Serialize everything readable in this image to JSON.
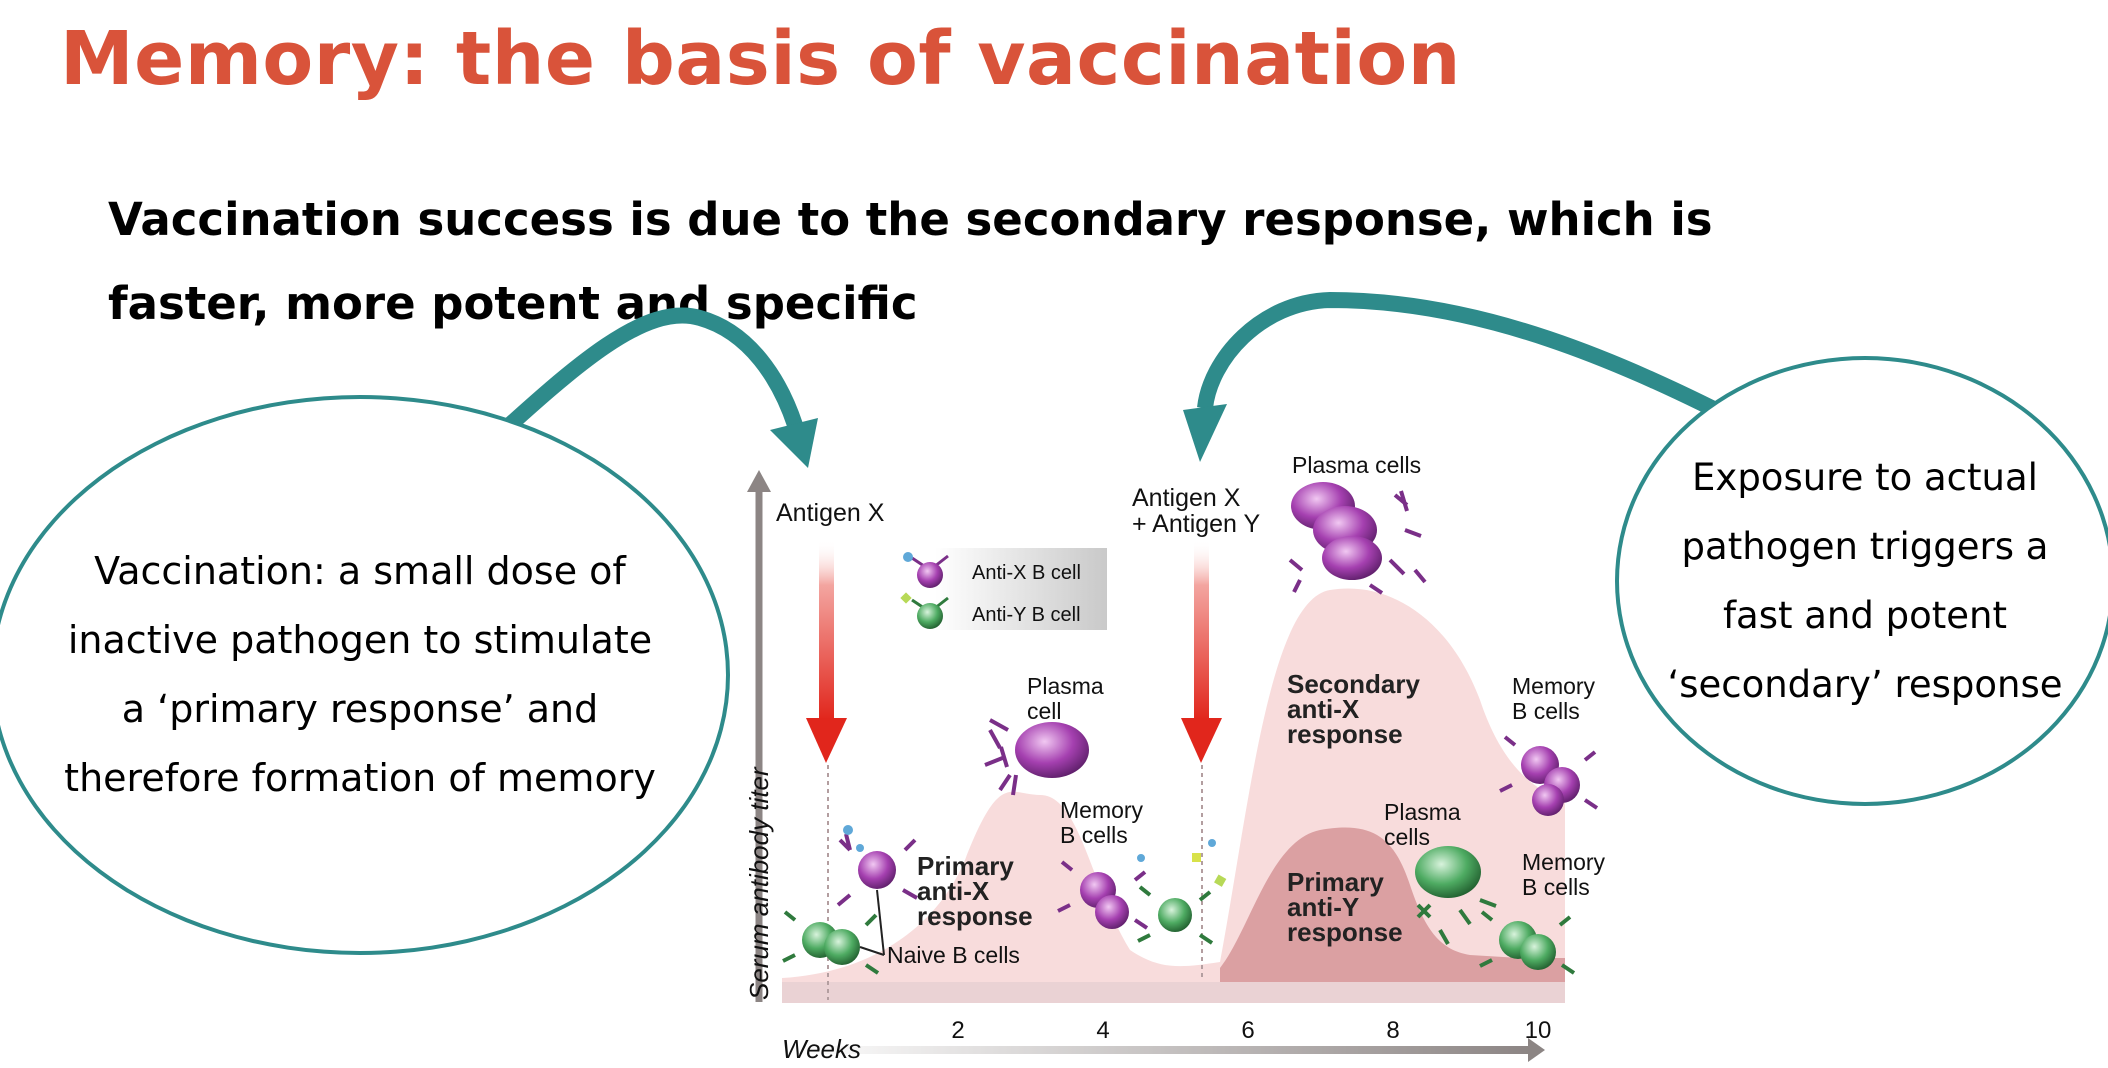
{
  "slide": {
    "title": "Memory: the basis of vaccination",
    "subtitle": "Vaccination success is due to the secondary response, which is faster, more potent and specific"
  },
  "callouts": {
    "left": "Vaccination: a small dose of\ninactive pathogen to stimulate\na ‘primary response’ and\ntherefore formation of memory",
    "right": "Exposure to actual\npathogen triggers a\nfast and potent\n‘secondary’ response"
  },
  "figure": {
    "y_axis_label": "Serum antibody titer",
    "x_axis_label": "Weeks",
    "x_ticks": [
      "2",
      "4",
      "6",
      "8",
      "10"
    ],
    "antigen_1": "Antigen X",
    "antigen_2_line1": "Antigen X",
    "antigen_2_line2": "+ Antigen Y",
    "legend_x": "Anti-X B cell",
    "legend_y": "Anti-Y B cell",
    "plasma_cell_l1": "Plasma",
    "plasma_cell_l2": "cell",
    "memory_b_1_l1": "Memory",
    "memory_b_1_l2": "B cells",
    "naive_b": "Naive B cells",
    "primary_x_l1": "Primary",
    "primary_x_l2": "anti-X",
    "primary_x_l3": "response",
    "plasma_cells_top": "Plasma cells",
    "secondary_x_l1": "Secondary",
    "secondary_x_l2": "anti-X",
    "secondary_x_l3": "response",
    "primary_y_l1": "Primary",
    "primary_y_l2": "anti-Y",
    "primary_y_l3": "response",
    "plasma_cells_2_l1": "Plasma",
    "plasma_cells_2_l2": "cells",
    "memory_b_2_l1": "Memory",
    "memory_b_2_l2": "B cells",
    "memory_b_3_l1": "Memory",
    "memory_b_3_l2": "B cells"
  },
  "colors": {
    "title": "#d9533a",
    "bubble_border": "#2e8b8b",
    "antigen_arrow": "#e1261c",
    "anti_x_cell": "#9b3fa6",
    "anti_y_cell": "#3f9b56",
    "response_fill_light": "#f8dcdc",
    "response_fill_dark": "#dba0a2"
  }
}
